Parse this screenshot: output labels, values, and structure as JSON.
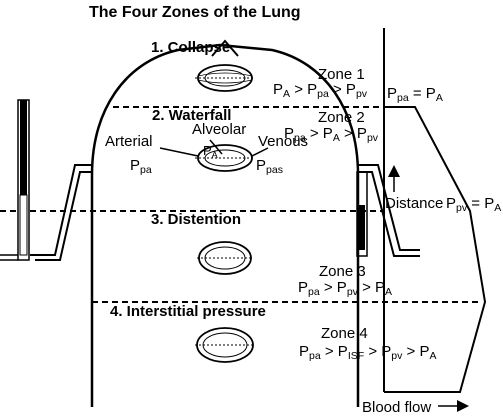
{
  "title": "The Four Zones of the Lung",
  "zones": [
    {
      "heading": "1. Collapse",
      "label": "Zone 1",
      "relation": [
        {
          "t": "P"
        },
        {
          "s": "A"
        },
        {
          "t": " > P"
        },
        {
          "s": "pa"
        },
        {
          "t": " > P"
        },
        {
          "s": "pv"
        }
      ]
    },
    {
      "heading": "2. Waterfall",
      "label": "Zone 2",
      "relation": [
        {
          "t": "P"
        },
        {
          "s": "pa"
        },
        {
          "t": " > P"
        },
        {
          "s": "A"
        },
        {
          "t": " > P"
        },
        {
          "s": "pv"
        }
      ]
    },
    {
      "heading": "3. Distention",
      "label": "Zone 3",
      "relation": [
        {
          "t": "P"
        },
        {
          "s": "pa"
        },
        {
          "t": " > P"
        },
        {
          "s": "pv"
        },
        {
          "t": " > P"
        },
        {
          "s": "A"
        }
      ]
    },
    {
      "heading": "4. Interstitial pressure",
      "label": "Zone 4",
      "relation": [
        {
          "t": "P"
        },
        {
          "s": "pa"
        },
        {
          "t": " > P"
        },
        {
          "s": "ISF"
        },
        {
          "t": " > P"
        },
        {
          "s": "pv"
        },
        {
          "t": " > P"
        },
        {
          "s": "A"
        }
      ]
    }
  ],
  "vessel_labels": {
    "arterial": "Arterial",
    "alveolar": "Alveolar",
    "venous": "Venous",
    "ppa": [
      {
        "t": "P"
      },
      {
        "s": "pa"
      }
    ],
    "pa_alv": [
      {
        "t": "P"
      },
      {
        "s": "A"
      }
    ],
    "ppas": [
      {
        "t": "P"
      },
      {
        "s": "pas"
      }
    ]
  },
  "graph": {
    "eq_top": [
      {
        "t": "P"
      },
      {
        "s": "pa"
      },
      {
        "t": " = P"
      },
      {
        "s": "A"
      }
    ],
    "eq_mid": [
      {
        "t": "P"
      },
      {
        "s": "pv"
      },
      {
        "t": " = P"
      },
      {
        "s": "A"
      }
    ],
    "distance": "Distance",
    "blood_flow": "Blood flow"
  }
}
